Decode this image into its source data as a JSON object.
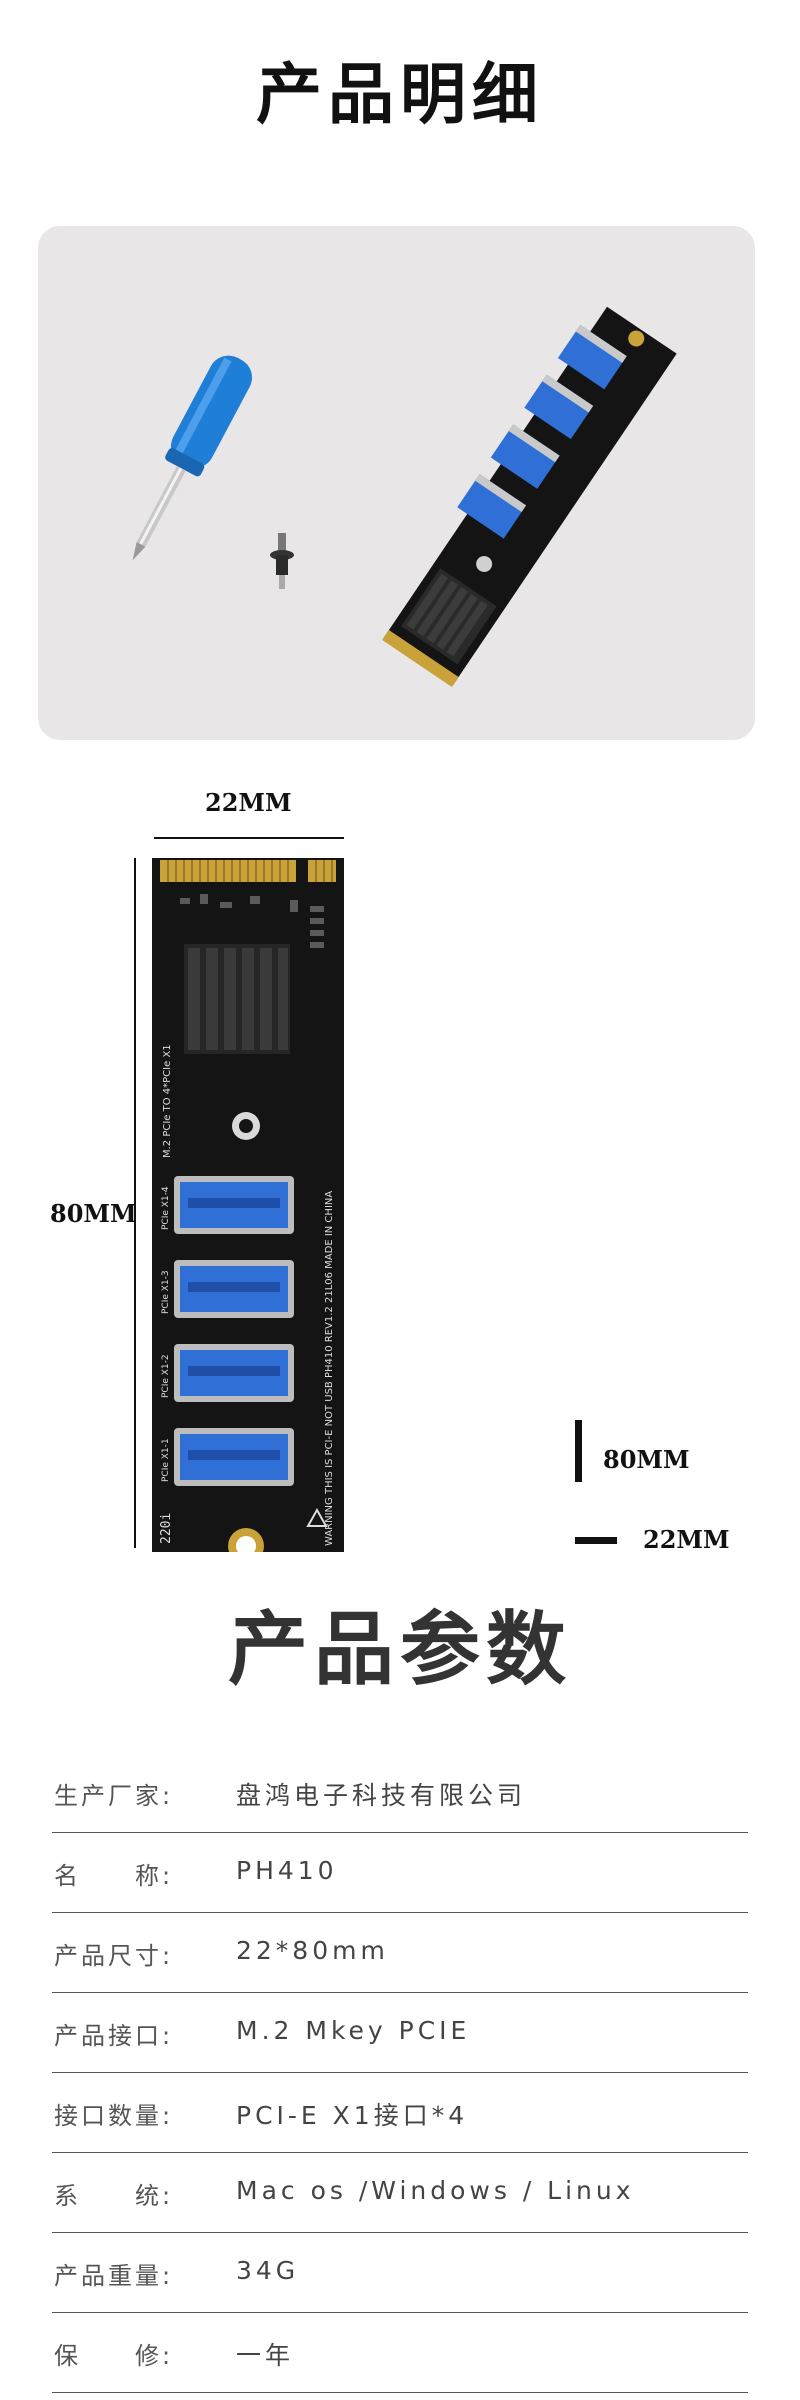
{
  "section_titles": {
    "details": "产品明细",
    "params": "产品参数"
  },
  "dimensions": {
    "board_width": "22MM",
    "board_length": "80MM",
    "legend_length": "80MM",
    "legend_width": "22MM"
  },
  "board": {
    "silk_left": "M.2 PCIe TO 4*PCIe X1",
    "silk_right": "WARNING THIS IS PCI-E NOT USB   PH410  REV1.2  21L06  MADE IN CHINA",
    "port_labels": [
      "PCIe X1-4",
      "PCIe X1-3",
      "PCIe X1-2",
      "PCIe X1-1"
    ],
    "corner_code": "220i"
  },
  "specs": [
    {
      "label": "生产厂家:",
      "value": "盘鸿电子科技有限公司"
    },
    {
      "label": "名　　称:",
      "value": "PH410"
    },
    {
      "label": "产品尺寸:",
      "value": "22*80mm"
    },
    {
      "label": "产品接口:",
      "value": "M.2 Mkey PCIE"
    },
    {
      "label": "接口数量:",
      "value": "PCI-E X1接口*4"
    },
    {
      "label": "系　　统:",
      "value": "Mac os /Windows / Linux"
    },
    {
      "label": "产品重量:",
      "value": "34G"
    },
    {
      "label": "保　　修:",
      "value": "一年"
    }
  ],
  "colors": {
    "pcb": "#141414",
    "usb_blue": "#2f6fd6",
    "gold": "#c9a23a",
    "panel_bg": "#e8e6e6",
    "screwdriver": "#1f7fd6"
  }
}
